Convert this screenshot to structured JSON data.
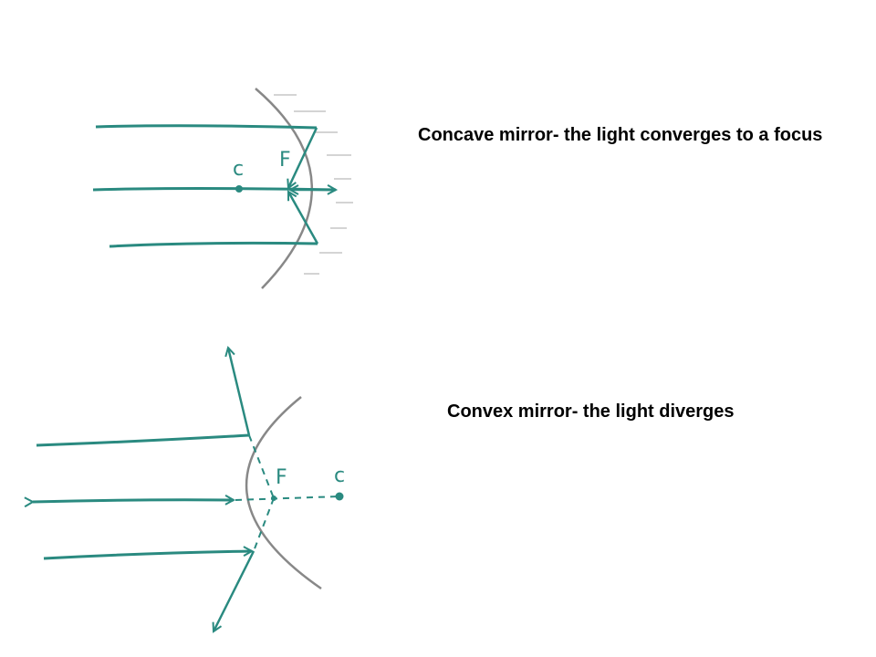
{
  "concave": {
    "caption": "Concave mirror- the light converges to a focus",
    "center_label": "c",
    "focus_label": "F"
  },
  "convex": {
    "caption": "Convex mirror- the light diverges",
    "center_label": "c",
    "focus_label": "F"
  },
  "colors": {
    "ray": "#2a8a80",
    "mirror": "#888888",
    "text": "#000000"
  }
}
